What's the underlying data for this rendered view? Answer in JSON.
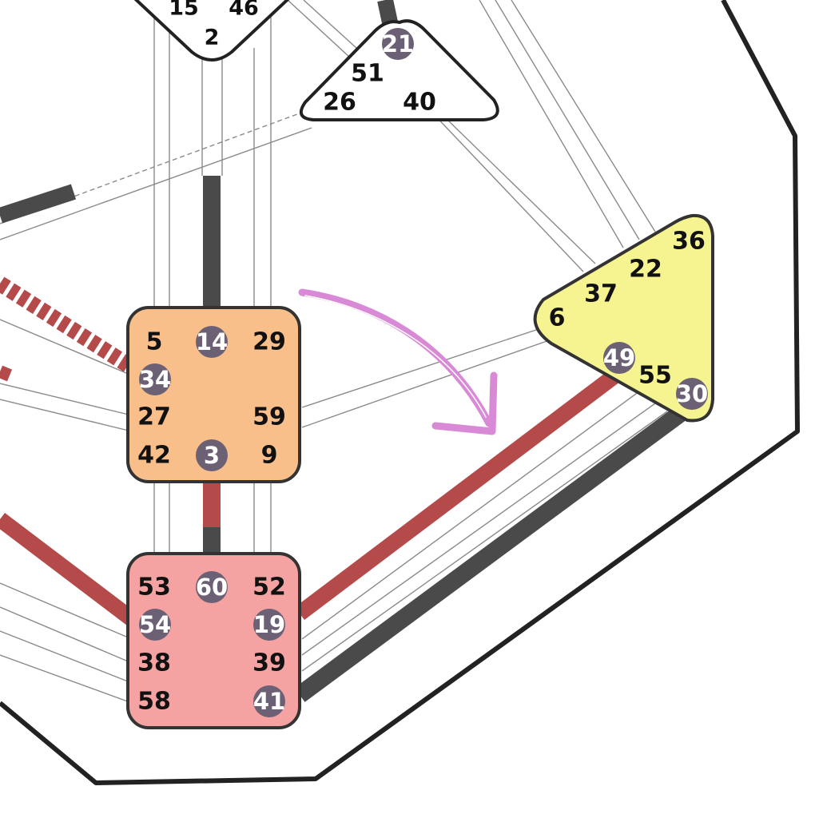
{
  "colors": {
    "background": "#ffffff",
    "outline": "#222222",
    "channel_line": "#8a8a8a",
    "defined_dark": "#4a4a4a",
    "defined_red": "#b44a4a",
    "active_gate_circle": "#6c6174",
    "active_gate_text": "#ffffff",
    "gate_text": "#111111",
    "sacral_fill": "#f2a7a7",
    "root_fill": "#f4a2a2",
    "sacral_center_fill": "#f9bf8a",
    "spleen_fill": "#f6f491",
    "ego_fill": "#ffffff",
    "g_fill": "#ffffff",
    "arrow": "#d98ad6"
  },
  "centers": {
    "g_center": {
      "gates": [
        {
          "number": "15",
          "active": false
        },
        {
          "number": "46",
          "active": false
        },
        {
          "number": "2",
          "active": false
        }
      ]
    },
    "ego": {
      "gates": [
        {
          "number": "21",
          "active": true
        },
        {
          "number": "51",
          "active": false
        },
        {
          "number": "26",
          "active": false
        },
        {
          "number": "40",
          "active": false
        }
      ]
    },
    "sacral": {
      "gates": [
        {
          "number": "5",
          "active": false
        },
        {
          "number": "14",
          "active": true
        },
        {
          "number": "29",
          "active": false
        },
        {
          "number": "34",
          "active": true
        },
        {
          "number": "27",
          "active": false
        },
        {
          "number": "59",
          "active": false
        },
        {
          "number": "42",
          "active": false
        },
        {
          "number": "3",
          "active": true
        },
        {
          "number": "9",
          "active": false
        }
      ]
    },
    "solar_plexus": {
      "gates": [
        {
          "number": "36",
          "active": false
        },
        {
          "number": "22",
          "active": false
        },
        {
          "number": "37",
          "active": false
        },
        {
          "number": "6",
          "active": false
        },
        {
          "number": "49",
          "active": true
        },
        {
          "number": "55",
          "active": false
        },
        {
          "number": "30",
          "active": true
        }
      ]
    },
    "root": {
      "gates": [
        {
          "number": "53",
          "active": false
        },
        {
          "number": "60",
          "active": true
        },
        {
          "number": "52",
          "active": false
        },
        {
          "number": "54",
          "active": true
        },
        {
          "number": "19",
          "active": true
        },
        {
          "number": "38",
          "active": false
        },
        {
          "number": "39",
          "active": false
        },
        {
          "number": "58",
          "active": false
        },
        {
          "number": "41",
          "active": true
        }
      ]
    }
  }
}
